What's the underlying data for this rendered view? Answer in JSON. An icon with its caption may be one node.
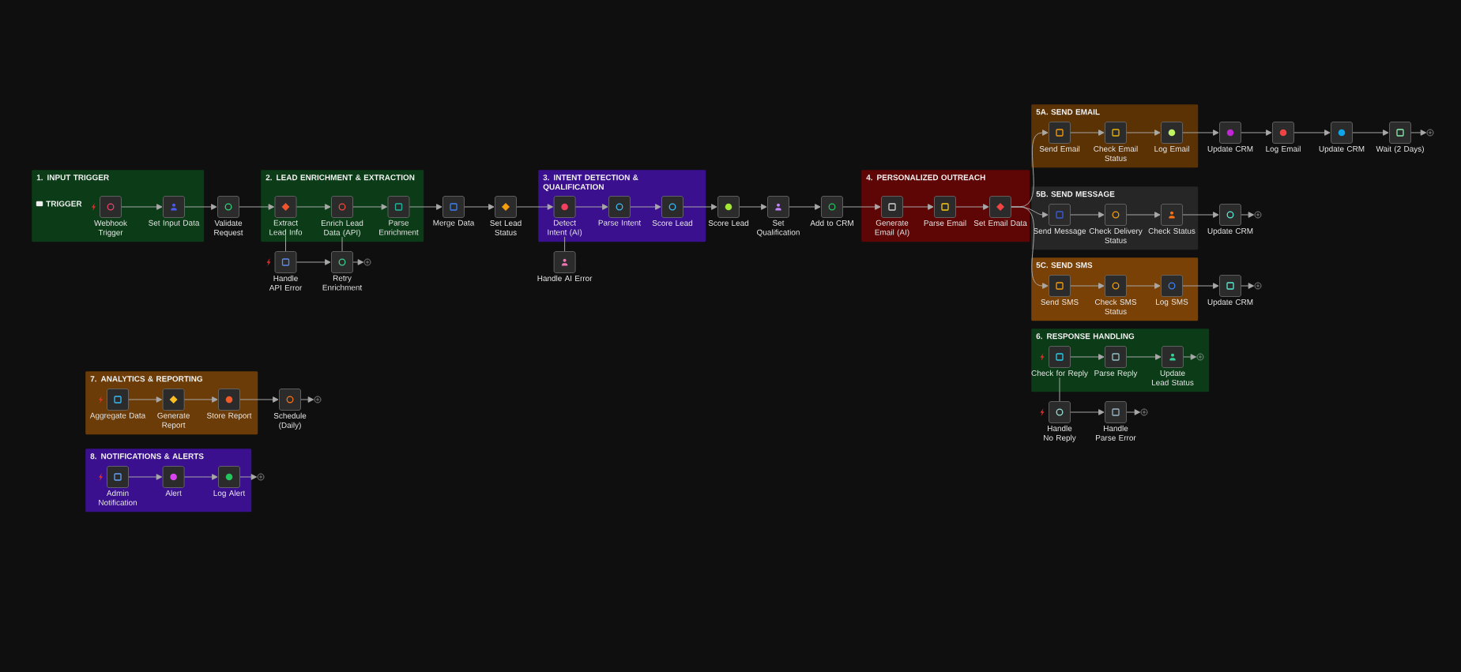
{
  "diagram": {
    "nodes": [
      {
        "text": [
          "1. INPUT TRIGGER"
        ]
      },
      {
        "text": [
          "Webhook Trigger"
        ],
        "in": 0
      },
      {
        "text": [
          "Set Input Data"
        ],
        "in": 0
      },
      {
        "text": [
          "Validate Request"
        ]
      },
      {
        "text": [
          "2. LEAD ENRICHMENT & EXTRACTION"
        ]
      },
      {
        "text": [
          "Extract Lead Info"
        ],
        "in": 4
      },
      {
        "text": [
          "Enrich Lead Data (API)"
        ],
        "in": 4
      },
      {
        "text": [
          "Parse Enrichment"
        ],
        "in": 4
      },
      {
        "text": [
          "Handle API Error"
        ]
      },
      {
        "text": [
          "Retry Enrichment"
        ]
      },
      {
        "text": [],
        "shape": "circle"
      },
      {
        "text": [
          "Merge Data"
        ]
      },
      {
        "text": [
          "Set Lead Status"
        ]
      },
      {
        "text": [
          "3. INTENT DETECTION & QUALIFICATION"
        ]
      },
      {
        "text": [
          "Detect Intent (AI)"
        ],
        "in": 13
      },
      {
        "text": [
          "Parse Intent"
        ],
        "in": 13
      },
      {
        "text": [
          "Score Lead"
        ],
        "in": 13
      },
      {
        "text": [
          "Handle AI Error"
        ]
      },
      {
        "text": [
          "Score Lead"
        ]
      },
      {
        "text": [
          "Set Qualification"
        ]
      },
      {
        "text": [
          "Add to CRM"
        ]
      },
      {
        "text": [
          "4. PERSONALIZED OUTREACH"
        ]
      },
      {
        "text": [
          "Generate Email (AI)"
        ],
        "in": 21
      },
      {
        "text": [
          "Parse Email"
        ],
        "in": 21
      },
      {
        "text": [
          "Set Email Data"
        ],
        "in": 21
      },
      {
        "text": [
          "5A. SEND EMAIL"
        ]
      },
      {
        "text": [
          "Send Email"
        ],
        "in": 25
      },
      {
        "text": [
          "Check Email Status"
        ],
        "in": 25
      },
      {
        "text": [
          "Log Email"
        ],
        "in": 25
      },
      {
        "text": [
          "Update CRM"
        ]
      },
      {
        "text": [
          "Log Email"
        ]
      },
      {
        "text": [
          "Update CRM"
        ]
      },
      {
        "text": [
          "Wait (2 Days)"
        ]
      },
      {
        "text": [],
        "shape": "circle"
      },
      {
        "text": [
          "5B. SEND MESSAGE"
        ]
      },
      {
        "text": [
          "Send Message"
        ],
        "in": 34
      },
      {
        "text": [
          "Check Delivery Status"
        ],
        "in": 34
      },
      {
        "text": [
          "Check Status"
        ],
        "in": 34
      },
      {
        "text": [
          "Update CRM"
        ]
      },
      {
        "text": [],
        "shape": "circle"
      },
      {
        "text": [
          "5C. SEND SMS"
        ]
      },
      {
        "text": [
          "Send SMS"
        ],
        "in": 40
      },
      {
        "text": [
          "Check SMS Status"
        ],
        "in": 40
      },
      {
        "text": [
          "Log SMS"
        ],
        "in": 40
      },
      {
        "text": [
          "Update CRM"
        ]
      },
      {
        "text": [],
        "shape": "circle"
      },
      {
        "text": [
          "6. RESPONSE HANDLING"
        ]
      },
      {
        "text": [
          "Check for Reply"
        ],
        "in": 46
      },
      {
        "text": [
          "Parse Reply"
        ],
        "in": 46
      },
      {
        "text": [
          "Update Lead Status"
        ],
        "in": 46
      },
      {
        "text": [],
        "shape": "circle",
        "in": 46
      },
      {
        "text": [
          "Handle No Reply"
        ]
      },
      {
        "text": [
          "Handle Parse Error"
        ]
      },
      {
        "text": [],
        "shape": "circle"
      },
      {
        "text": [
          "7. ANALYTICS & REPORTING"
        ]
      },
      {
        "text": [
          "Aggregate Data"
        ],
        "in": 54
      },
      {
        "text": [
          "Generate Report"
        ],
        "in": 54
      },
      {
        "text": [
          "Store Report"
        ],
        "in": 54
      },
      {
        "text": [
          "Schedule (Daily)"
        ]
      },
      {
        "text": [],
        "shape": "circle"
      },
      {
        "text": [
          "8. NOTIFICATIONS & ALERTS"
        ]
      },
      {
        "text": [
          "Admin Notification"
        ],
        "in": 60
      },
      {
        "text": [
          "Alert"
        ],
        "in": 60
      },
      {
        "text": [
          "Log Alert"
        ],
        "in": 60
      },
      {
        "text": [],
        "shape": "circle"
      }
    ],
    "edges": [
      {
        "from": 1,
        "to": 2,
        "arrow": "to"
      },
      {
        "from": 2,
        "to": 3,
        "arrow": "to"
      },
      {
        "from": 3,
        "to": 5,
        "arrow": "to"
      },
      {
        "from": 5,
        "to": 6,
        "arrow": "to"
      },
      {
        "from": 6,
        "to": 7,
        "arrow": "to"
      },
      {
        "from": 7,
        "to": 11,
        "arrow": "to"
      },
      {
        "from": 11,
        "to": 12,
        "arrow": "to"
      },
      {
        "from": 12,
        "to": 14,
        "arrow": "to"
      },
      {
        "from": 14,
        "to": 15,
        "arrow": "to"
      },
      {
        "from": 15,
        "to": 16,
        "arrow": "to"
      },
      {
        "from": 16,
        "to": 18,
        "arrow": "to"
      },
      {
        "from": 18,
        "to": 19,
        "arrow": "to"
      },
      {
        "from": 19,
        "to": 20,
        "arrow": "to"
      },
      {
        "from": 20,
        "to": 22,
        "arrow": "to"
      },
      {
        "from": 22,
        "to": 23,
        "arrow": "to"
      },
      {
        "from": 23,
        "to": 24,
        "arrow": "to"
      },
      {
        "from": 24,
        "to": 26,
        "arrow": "to"
      },
      {
        "from": 24,
        "to": 35,
        "arrow": "to"
      },
      {
        "from": 24,
        "to": 41,
        "arrow": "to"
      },
      {
        "from": 26,
        "to": 27,
        "arrow": "to"
      },
      {
        "from": 27,
        "to": 28,
        "arrow": "to"
      },
      {
        "from": 28,
        "to": 29,
        "arrow": "to"
      },
      {
        "from": 29,
        "to": 30,
        "arrow": "to"
      },
      {
        "from": 30,
        "to": 31,
        "arrow": "to"
      },
      {
        "from": 31,
        "to": 32,
        "arrow": "to"
      },
      {
        "from": 32,
        "to": 33,
        "arrow": "to"
      },
      {
        "from": 35,
        "to": 36,
        "arrow": "to"
      },
      {
        "from": 36,
        "to": 37,
        "arrow": "to"
      },
      {
        "from": 37,
        "to": 38,
        "arrow": "to"
      },
      {
        "from": 38,
        "to": 39,
        "arrow": "to"
      },
      {
        "from": 41,
        "to": 42,
        "arrow": "to"
      },
      {
        "from": 42,
        "to": 43,
        "arrow": "to"
      },
      {
        "from": 43,
        "to": 44,
        "arrow": "to"
      },
      {
        "from": 44,
        "to": 45,
        "arrow": "to"
      },
      {
        "from": 47,
        "to": 48,
        "arrow": "to"
      },
      {
        "from": 48,
        "to": 49,
        "arrow": "to"
      },
      {
        "from": 49,
        "to": 50,
        "arrow": "to"
      },
      {
        "from": 51,
        "to": 52,
        "arrow": "to"
      },
      {
        "from": 52,
        "to": 53,
        "arrow": "to"
      },
      {
        "from": 55,
        "to": 56,
        "arrow": "to"
      },
      {
        "from": 56,
        "to": 57,
        "arrow": "to"
      },
      {
        "from": 57,
        "to": 58,
        "arrow": "to"
      },
      {
        "from": 58,
        "to": 59,
        "arrow": "to"
      },
      {
        "from": 61,
        "to": 62,
        "arrow": "to"
      },
      {
        "from": 62,
        "to": 63,
        "arrow": "to"
      },
      {
        "from": 63,
        "to": 64,
        "arrow": "to"
      },
      {
        "from": 8,
        "to": 9,
        "arrow": "to"
      },
      {
        "from": 9,
        "to": 10,
        "arrow": "to"
      },
      {
        "from": 8,
        "to": 5,
        "arrow": "none"
      },
      {
        "from": 9,
        "to": 6,
        "arrow": "none"
      },
      {
        "from": 17,
        "to": 14,
        "arrow": "none"
      },
      {
        "from": 51,
        "to": 47,
        "arrow": "none"
      }
    ],
    "labels": [
      "TRIGGER"
    ]
  }
}
